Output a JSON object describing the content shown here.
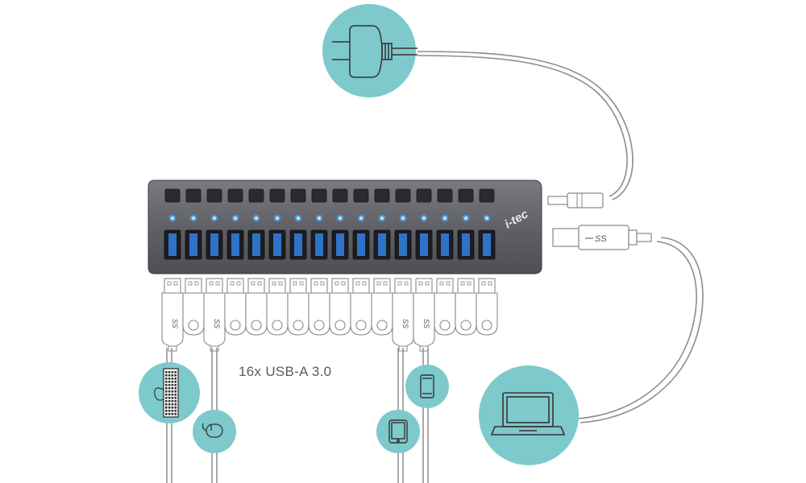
{
  "hub": {
    "brand": "i-tec",
    "port_count": 16,
    "body_color": "#63646a",
    "switch_color": "#2b2b2d",
    "port_color": "#1b1d20",
    "port_insert_color": "#2e73c6",
    "led_color": "#53a8ee"
  },
  "caption": "16x USB-A 3.0",
  "usb_logo_text": "SS",
  "accent_circle_color": "#7ec9cc",
  "devices": [
    {
      "name": "power-adapter",
      "icon": "power-plug-icon"
    },
    {
      "name": "laptop",
      "icon": "laptop-icon"
    },
    {
      "name": "keyboard",
      "icon": "keyboard-icon"
    },
    {
      "name": "mouse",
      "icon": "mouse-icon"
    },
    {
      "name": "tablet",
      "icon": "tablet-icon"
    },
    {
      "name": "smartphone",
      "icon": "smartphone-icon"
    }
  ],
  "plugged_ports": [
    1,
    3,
    12,
    13
  ],
  "flash_drive_ports": [
    2,
    4,
    5,
    6,
    7,
    8,
    9,
    10,
    11,
    14,
    15,
    16
  ]
}
